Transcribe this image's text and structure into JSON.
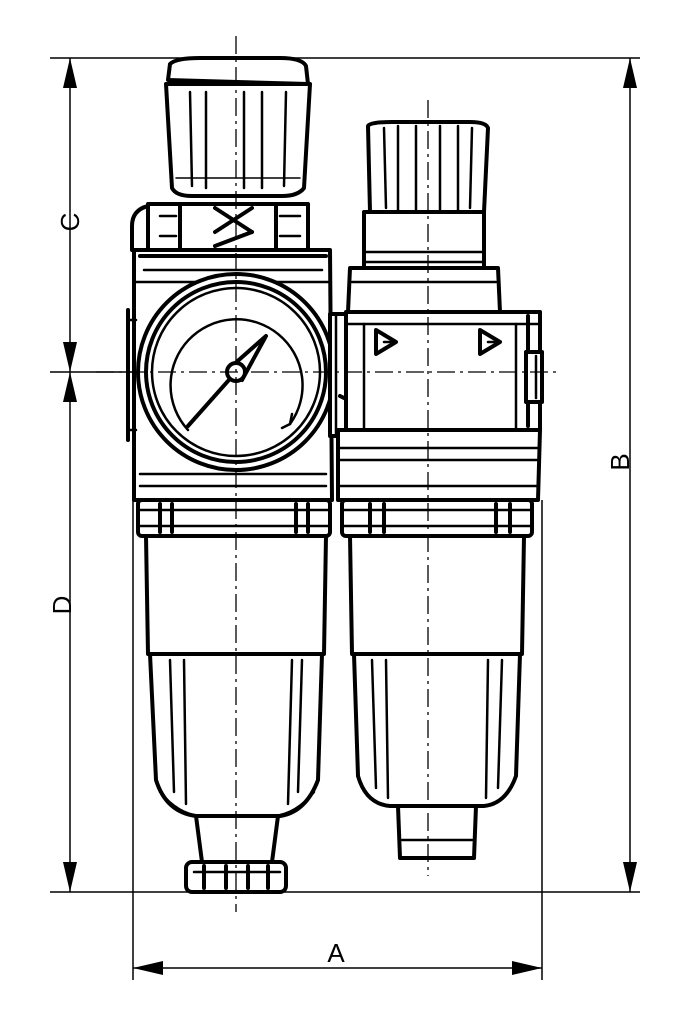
{
  "drawing": {
    "dimension_labels": {
      "A": "A",
      "B": "B",
      "C": "C",
      "D": "D"
    }
  }
}
